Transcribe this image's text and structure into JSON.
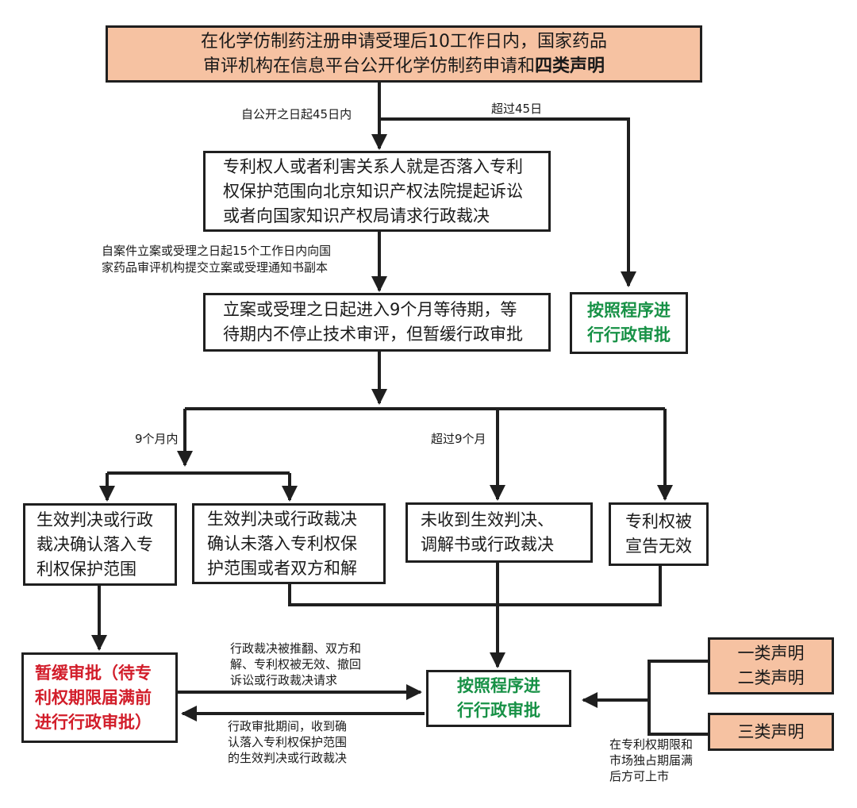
{
  "boxes": {
    "top": {
      "line1": "在化学仿制药注册申请受理后10工作日内，国家药品",
      "line2_pre": "审评机构在信息平台公开化学仿制药申请和",
      "line2_bold": "四类声明"
    },
    "lawsuit": {
      "lines": [
        "专利权人或者利害关系人就是否落入专利",
        "权保护范围向北京知识产权法院提起诉讼",
        "或者向国家知识产权局请求行政裁决"
      ]
    },
    "waiting": {
      "lines": [
        "立案或受理之日起进入9个月等待期，等",
        "待期内不停止技术审评，但暂缓行政审批"
      ]
    },
    "approve_right": {
      "lines": [
        "按照程序进",
        "行行政审批"
      ]
    },
    "confirm_in": {
      "lines": [
        "生效判决或行政",
        "裁决确认落入专",
        "利权保护范围"
      ]
    },
    "confirm_out": {
      "lines": [
        "生效判决或行政裁决",
        "确认未落入专利权保",
        "护范围或者双方和解"
      ]
    },
    "no_judgment": {
      "lines": [
        "未收到生效判决、",
        "调解书或行政裁决"
      ]
    },
    "invalid": {
      "lines": [
        "专利权被",
        "宣告无效"
      ]
    },
    "suspend": {
      "lines": [
        "暂缓审批（待专",
        "利权期限届满前",
        "进行行政审批）"
      ]
    },
    "approve_center": {
      "lines": [
        "按照程序进",
        "行行政审批"
      ]
    },
    "decl12": {
      "lines": [
        "一类声明",
        "二类声明"
      ]
    },
    "decl3": {
      "lines": [
        "三类声明"
      ]
    }
  },
  "labels": {
    "within45": "自公开之日起45日内",
    "over45": "超过45日",
    "case_filed": [
      "自案件立案或受理之日起15个工作日内向国",
      "家药品审评机构提交立案或受理通知书副本"
    ],
    "within9": "9个月内",
    "over9": "超过9个月",
    "overturned": [
      "行政裁决被推翻、双方和",
      "解、专利权被无效、撤回",
      "诉讼或行政裁决请求"
    ],
    "during_review": [
      "行政审批期间，收到确",
      "认落入专利权保护范围",
      "的生效判决或行政裁决"
    ],
    "market_after": [
      "在专利权期限和",
      "市场独占期届满",
      "后方可上市"
    ]
  },
  "colors": {
    "peach": "#f6c2a2",
    "green": "#179146",
    "red": "#d21d2a",
    "line": "#1f1f1f"
  }
}
